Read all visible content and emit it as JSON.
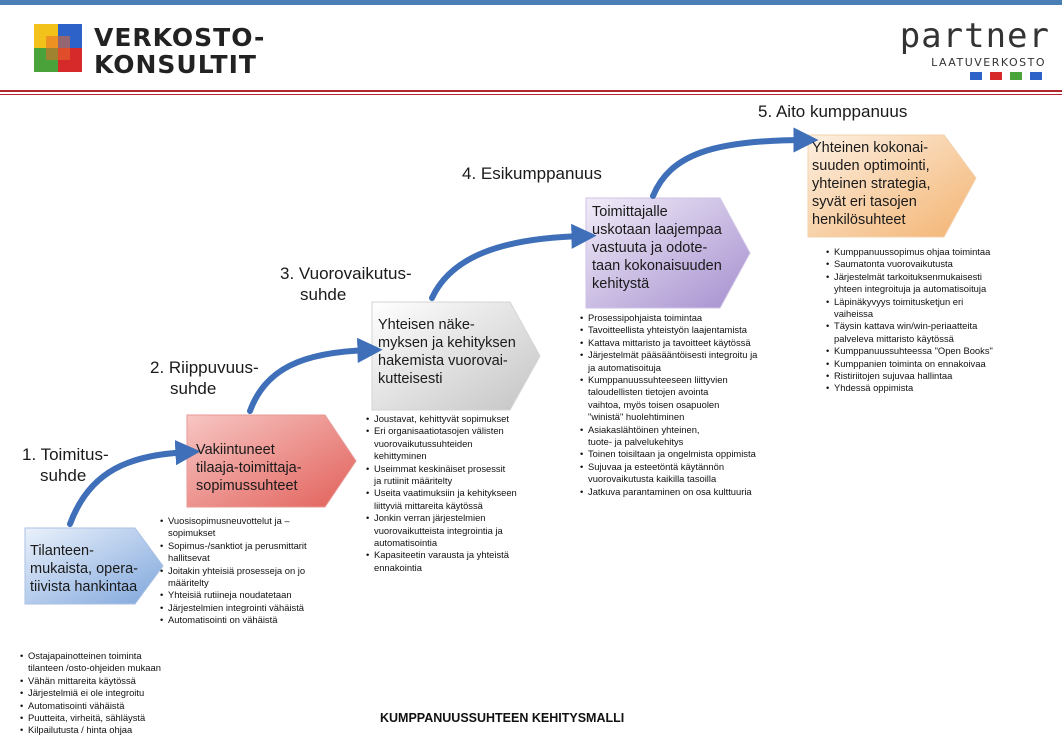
{
  "brand": {
    "logo_line1": "VERKOSTO-",
    "logo_line2": "KONSULTIT",
    "partner_word": "partner",
    "partner_sub": "LAATUVERKOSTO",
    "colors": {
      "logo_blue": "#2d63c8",
      "logo_red": "#d62a2a",
      "logo_yellow": "#f3c21a",
      "logo_green": "#4aa33a",
      "rule_red": "#b3262b",
      "arrow_blue": "#3e6fb8"
    }
  },
  "stages": [
    {
      "title_lines": [
        "1. Toimitus-",
        "suhde"
      ],
      "box_lines": [
        "Tilanteen-",
        "mukaista, opera-",
        "tiivista hankintaa"
      ],
      "box_color": "blue",
      "bullets": [
        "Ostajapainotteinen toiminta",
        "tilanteen /osto-ohjeiden  mukaan",
        "Vähän mittareita käytössä",
        "Järjestelmiä ei ole integroitu",
        "Automatisointi vähäistä",
        "Puutteita, virheitä, sähläystä",
        "Kilpailutusta / hinta ohjaa"
      ]
    },
    {
      "title_lines": [
        "2.  Riippuvuus-",
        "suhde"
      ],
      "box_lines": [
        "Vakiintuneet",
        "tilaaja-toimittaja-",
        "sopimussuhteet"
      ],
      "box_color": "red",
      "bullets": [
        "Vuosisopimusneuvottelut ja –",
        "sopimukset",
        "Sopimus-/sanktiot ja perusmittarit",
        "hallitsevat",
        "Joitakin yhteisiä prosesseja on jo",
        "määritelty",
        "Yhteisiä rutiineja noudatetaan",
        "Järjestelmien integrointi vähäistä",
        "Automatisointi on vähäistä"
      ]
    },
    {
      "title_lines": [
        "3. Vuorovaikutus-",
        "suhde"
      ],
      "box_lines": [
        "Yhteisen näke-",
        "myksen ja kehityksen",
        "hakemista vuorovai-",
        "kutteisesti"
      ],
      "box_color": "grey",
      "bullets": [
        "Joustavat, kehittyvät sopimukset",
        "Eri organisaatiotasojen välisten",
        "vuorovaikutussuhteiden",
        "kehittyminen",
        "Useimmat keskinäiset prosessit",
        "ja rutiinit  määritelty",
        "Useita vaatimuksiin ja kehitykseen",
        "liittyviä mittareita käytössä",
        "Jonkin verran järjestelmien",
        "vuorovaikutteista integrointia ja",
        "automatisointia",
        "Kapasiteetin varausta ja yhteistä",
        "ennakointia"
      ]
    },
    {
      "title_lines": [
        "4. Esikumppanuus"
      ],
      "box_lines": [
        "Toimittajalle",
        "uskotaan laajempaa",
        "vastuuta ja odote-",
        "taan kokonaisuuden",
        "kehitystä"
      ],
      "box_color": "purple",
      "bullets": [
        "Prosessipohjaista toimintaa",
        "Tavoitteellista yhteistyön laajentamista",
        "Kattava mittaristo ja tavoitteet käytössä",
        "Järjestelmät pääsääntöisesti integroitu ja",
        "ja  automatisoituja",
        "Kumppanuussuhteeseen liittyvien",
        "taloudellisten tietojen avointa",
        "vaihtoa, myös toisen osapuolen",
        "\"winistä\" huolehtiminen",
        "Asiakaslähtöinen yhteinen,",
        "tuote- ja palvelukehitys",
        "Toinen toisiltaan  ja ongelmista oppimista",
        "Sujuvaa ja esteetöntä käytännön",
        "vuorovaikutusta kaikilla tasoilla",
        "Jatkuva parantaminen on osa kulttuuria"
      ]
    },
    {
      "title_lines": [
        "5. Aito kumppanuus"
      ],
      "box_lines": [
        "Yhteinen kokonai-",
        "suuden optimointi,",
        "yhteinen strategia,",
        "syvät eri tasojen",
        "henkilösuhteet"
      ],
      "box_color": "orange",
      "bullets": [
        "Kumppanuussopimus ohjaa toimintaa",
        "Saumatonta vuorovaikutusta",
        "Järjestelmät tarkoituksenmukaisesti",
        "yhteen integroituja ja automatisoituja",
        "Läpinäkyvyys toimitusketjun eri",
        "vaiheissa",
        "Täysin kattava win/win-periaatteita",
        "palveleva mittaristo käytössä",
        "   Kumppanuussuhteessa \"Open Books\"",
        "Kumppanien toiminta on ennakoivaa",
        "Ristiriitojen sujuvaa hallintaa",
        "Yhdessä oppimista"
      ]
    }
  ],
  "caption": "KUMPPANUUSSUHTEEN KEHITYSMALLI"
}
